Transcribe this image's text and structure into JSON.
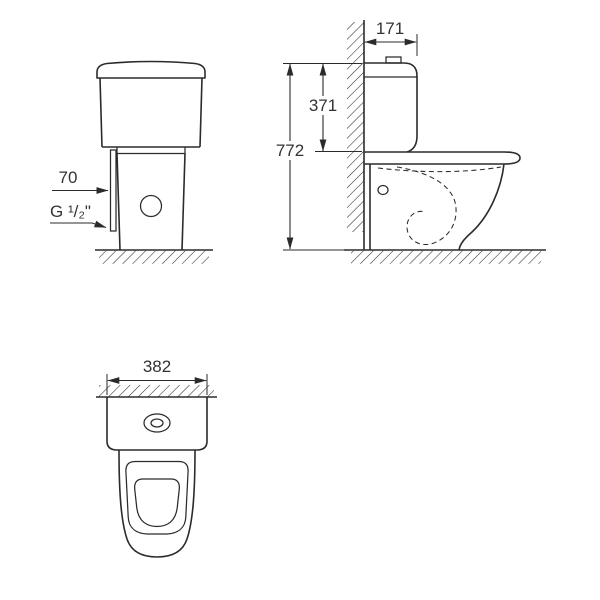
{
  "app": {
    "background": "#ffffff",
    "line_color": "#2b2b2b",
    "text_color": "#333333"
  },
  "side_view": {
    "depth_label": "171",
    "cistern_height_label": "371",
    "total_height_label": "772"
  },
  "front_view": {
    "supply_offset_label": "70",
    "supply_thread_label": "G ¹/₂\""
  },
  "bottom_view": {
    "width_label": "382"
  }
}
